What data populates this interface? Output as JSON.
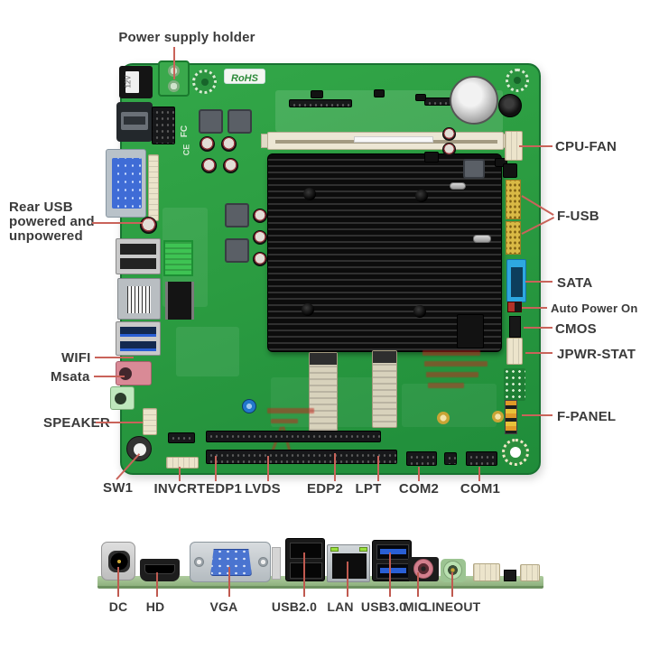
{
  "callouts": {
    "power_supply_holder": "Power supply holder",
    "rear_usb": "Rear USB powered and unpowered",
    "wifi": "WIFI",
    "msata": "Msata",
    "speaker": "SPEAKER",
    "sw1": "SW1",
    "invcrt": "INVCRT",
    "edp1": "EDP1",
    "lvds": "LVDS",
    "edp2": "EDP2",
    "lpt": "LPT",
    "com2": "COM2",
    "com1": "COM1",
    "cpu_fan": "CPU-FAN",
    "f_usb": "F-USB",
    "sata": "SATA",
    "auto_power_on": "Auto Power On",
    "cmos": "CMOS",
    "jpwr_stat": "JPWR-STAT",
    "f_panel": "F-PANEL"
  },
  "io_panel": {
    "dc": "DC",
    "hd": "HD",
    "vga": "VGA",
    "usb2": "USB2.0",
    "lan": "LAN",
    "usb3": "USB3.0",
    "mic": "MIC",
    "lineout": "LINEOUT"
  },
  "board_markings": {
    "rohs": "RoHS",
    "power_input": "12V",
    "fcc": "FC",
    "ce": "CE"
  },
  "colors": {
    "pcb": "#2f9e44",
    "leader": "#c9635a",
    "label_text": "#3a3a3a"
  }
}
